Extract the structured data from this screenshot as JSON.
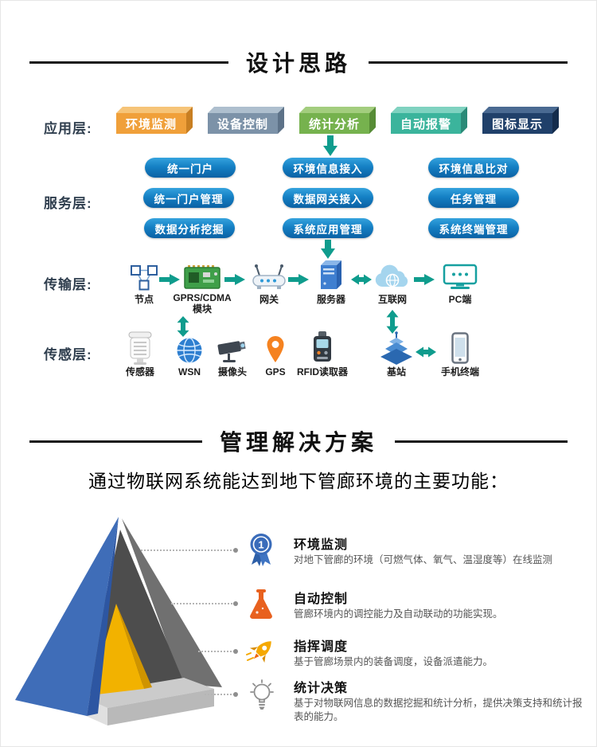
{
  "sections": {
    "design": {
      "title": "设计思路"
    },
    "solution": {
      "title": "管理解决方案",
      "subtitle": "通过物联网系统能达到地下管廊环境的主要功能："
    }
  },
  "app_layer": {
    "label": "应用层:",
    "boxes": [
      {
        "label": "环境监测",
        "color": "#f0a03a"
      },
      {
        "label": "设备控制",
        "color": "#7c92a8"
      },
      {
        "label": "统计分析",
        "color": "#76b24e"
      },
      {
        "label": "自动报警",
        "color": "#3bb49c"
      },
      {
        "label": "图标显示",
        "color": "#20406a"
      }
    ]
  },
  "service_layer": {
    "label": "服务层:",
    "buttons": [
      "统一门户",
      "统一门户管理",
      "数据分析挖掘",
      "环境信息接入",
      "数据网关接入",
      "系统应用管理",
      "环境信息比对",
      "任务管理",
      "系统终端管理"
    ],
    "button_color": "#1580c4"
  },
  "transport_layer": {
    "label": "传输层:",
    "nodes": [
      {
        "label": "节点",
        "icon": "node-icon"
      },
      {
        "label": "GPRS/CDMA\n模块",
        "icon": "gprs-module-icon"
      },
      {
        "label": "网关",
        "icon": "gateway-icon"
      },
      {
        "label": "服务器",
        "icon": "server-icon"
      },
      {
        "label": "互联网",
        "icon": "internet-cloud-icon"
      },
      {
        "label": "PC端",
        "icon": "pc-icon"
      }
    ]
  },
  "sensor_layer": {
    "label": "传感层:",
    "nodes": [
      {
        "label": "传感器",
        "icon": "sensor-shelter-icon"
      },
      {
        "label": "WSN",
        "icon": "wsn-globe-icon"
      },
      {
        "label": "摄像头",
        "icon": "camera-icon"
      },
      {
        "label": "GPS",
        "icon": "gps-pin-icon"
      },
      {
        "label": "RFID读取器",
        "icon": "rfid-reader-icon"
      },
      {
        "label": "基站",
        "icon": "base-station-icon"
      },
      {
        "label": "手机终端",
        "icon": "phone-icon"
      }
    ]
  },
  "features": [
    {
      "badge": "1",
      "title": "环境监测",
      "desc": "对地下管廊的环境（可燃气体、氧气、温湿度等）在线监测",
      "icon": "medal-icon",
      "color": "#3a6cba"
    },
    {
      "title": "自动控制",
      "desc": "管廊环境内的调控能力及自动联动的功能实现。",
      "icon": "flask-icon",
      "color": "#e8611f"
    },
    {
      "title": "指挥调度",
      "desc": "基于管廊场景内的装备调度，设备派遣能力。",
      "icon": "rocket-icon",
      "color": "#f5a800"
    },
    {
      "title": "统计决策",
      "desc": "基于对物联网信息的数据挖掘和统计分析，提供决策支持和统计报表的能力。",
      "icon": "bulb-icon",
      "color": "#8f8f8f"
    }
  ],
  "colors": {
    "arrow_teal": "#0f9c8d",
    "pyramid_blue": "#3f6db8",
    "pyramid_yellow": "#f2b200",
    "pyramid_dark_gray": "#4d4d4d",
    "pyramid_light_gray": "#cbcbcb",
    "title_rule": "#161616"
  }
}
